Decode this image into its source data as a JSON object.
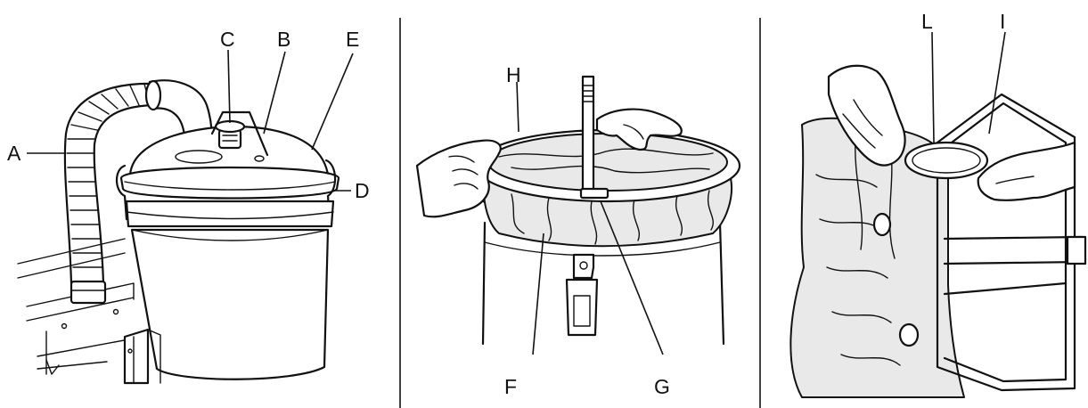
{
  "panels": [
    {
      "id": "panel-1",
      "labels": [
        "A",
        "B",
        "C",
        "D",
        "E"
      ]
    },
    {
      "id": "panel-2",
      "labels": [
        "F",
        "G",
        "H"
      ]
    },
    {
      "id": "panel-3",
      "labels": [
        "I",
        "L"
      ]
    }
  ],
  "labels": {
    "A": "A",
    "B": "B",
    "C": "C",
    "D": "D",
    "E": "E",
    "F": "F",
    "G": "G",
    "H": "H",
    "I": "I",
    "L": "L"
  }
}
